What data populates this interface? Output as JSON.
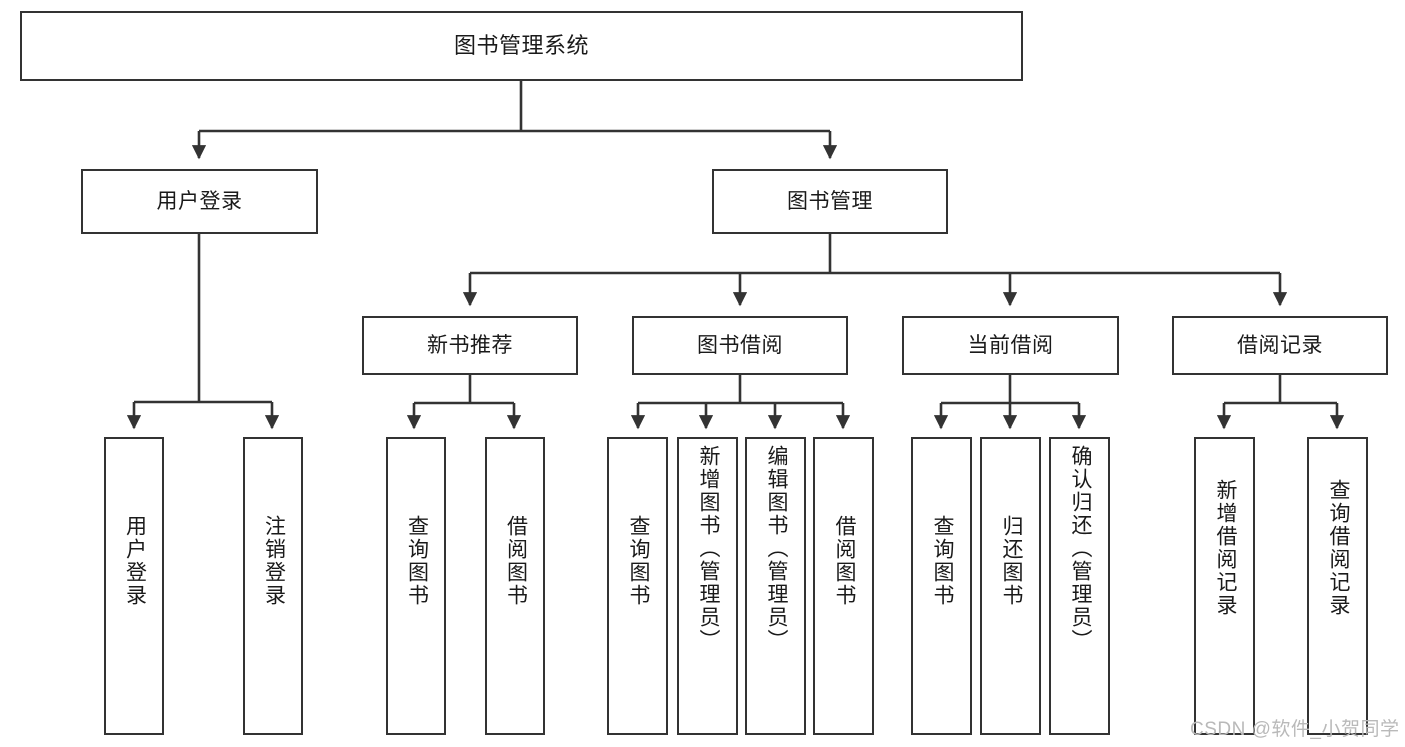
{
  "diagram": {
    "title": "图书管理系统",
    "type": "tree-hierarchy-chart",
    "orientation": "top-down",
    "colors": {
      "box_border": "#333333",
      "box_fill": "#ffffff",
      "edge": "#333333",
      "text": "#1a1a1a",
      "watermark": "#b9b9b9",
      "background": "#ffffff"
    }
  },
  "nodes": {
    "root": {
      "label": "图书管理系统"
    },
    "level2": [
      {
        "id": "user-login",
        "label": "用户登录"
      },
      {
        "id": "book-management",
        "label": "图书管理"
      }
    ],
    "level3": [
      {
        "id": "new-book-recommend",
        "label": "新书推荐"
      },
      {
        "id": "book-borrow",
        "label": "图书借阅"
      },
      {
        "id": "current-borrow",
        "label": "当前借阅"
      },
      {
        "id": "borrow-record",
        "label": "借阅记录"
      }
    ],
    "leaves": {
      "user_login": [
        {
          "id": "leaf-user-login",
          "label": "用户登录"
        },
        {
          "id": "leaf-logout-login",
          "label": "注销登录"
        }
      ],
      "new_book_recommend": [
        {
          "id": "leaf-query-book-1",
          "label": "查询图书"
        },
        {
          "id": "leaf-borrow-book-1",
          "label": "借阅图书"
        }
      ],
      "book_borrow": [
        {
          "id": "leaf-query-book-2",
          "label": "查询图书"
        },
        {
          "id": "leaf-add-book",
          "label": "新增图书（管理员）"
        },
        {
          "id": "leaf-edit-book",
          "label": "编辑图书（管理员）"
        },
        {
          "id": "leaf-borrow-book-2",
          "label": "借阅图书"
        }
      ],
      "current_borrow": [
        {
          "id": "leaf-query-book-3",
          "label": "查询图书"
        },
        {
          "id": "leaf-return-book",
          "label": "归还图书"
        },
        {
          "id": "leaf-confirm-return",
          "label": "确认归还（管理员）"
        }
      ],
      "borrow_record": [
        {
          "id": "leaf-add-record",
          "label": "新增借阅记录"
        },
        {
          "id": "leaf-query-record",
          "label": "查询借阅记录"
        }
      ]
    }
  },
  "watermark": {
    "text": "CSDN @软件_小贺同学"
  }
}
